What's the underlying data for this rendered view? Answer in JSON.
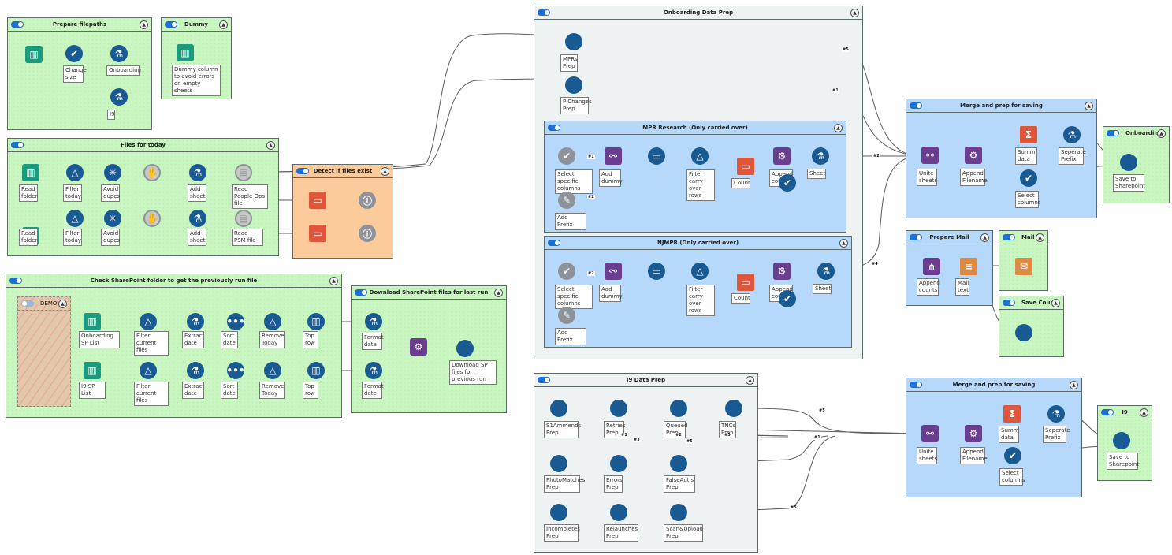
{
  "app": "Alteryx Designer Workflow Canvas",
  "containers": [
    {
      "id": "prepare-filepaths",
      "title": "Prepare filepaths",
      "enabled": true
    },
    {
      "id": "dummy",
      "title": "Dummy",
      "enabled": true
    },
    {
      "id": "files-for-today",
      "title": "Files for today",
      "enabled": true
    },
    {
      "id": "detect-files",
      "title": "Detect if files exist",
      "enabled": true
    },
    {
      "id": "check-sharepoint",
      "title": "Check SharePoint folder to get the previously run file",
      "enabled": true
    },
    {
      "id": "demo",
      "title": "DEMO",
      "enabled": false
    },
    {
      "id": "download-sharepoint",
      "title": "Download SharePoint files for last run",
      "enabled": true
    },
    {
      "id": "onboarding-data-prep",
      "title": "Onboarding Data Prep",
      "enabled": true
    },
    {
      "id": "mpr-research",
      "title": "MPR Research (Only carried over)",
      "enabled": true
    },
    {
      "id": "njmpr",
      "title": "NJMPR (Only carried over)",
      "enabled": true
    },
    {
      "id": "merge-onboarding",
      "title": "Merge and prep for saving",
      "enabled": true
    },
    {
      "id": "onboarding-out",
      "title": "Onboarding",
      "enabled": true
    },
    {
      "id": "prepare-mail",
      "title": "Prepare Mail",
      "enabled": true
    },
    {
      "id": "mail",
      "title": "Mail",
      "enabled": true
    },
    {
      "id": "save-count",
      "title": "Save Count",
      "enabled": true
    },
    {
      "id": "i9-data-prep",
      "title": "I9 Data Prep",
      "enabled": true
    },
    {
      "id": "merge-i9",
      "title": "Merge and prep for saving",
      "enabled": true
    },
    {
      "id": "i9-out",
      "title": "I9",
      "enabled": true
    }
  ],
  "labels": {
    "change_size": "Change size",
    "onboarding": "Onboarding",
    "i9": "I9",
    "dummy_note": "Dummy column to avoid errors on empty sheets",
    "read_folder": "Read folder",
    "filter_today": "Filter today",
    "avoid_dupes": "Avoid dupes",
    "add_sheet": "Add sheet",
    "read_people_ops": "Read People Ops file",
    "read_psm": "Read PSM file",
    "onboarding_sp_list": "Onboarding SP List",
    "i9_sp_list": "I9 SP List",
    "filter_current_files": "Filter current files",
    "extract_date": "Extract date",
    "sort_date": "Sort date",
    "remove_today": "Remove Today",
    "top_row": "Top row",
    "format_date": "Format date",
    "download_sp": "Download SP files for previous run",
    "mprs_prep": "MPRs Prep",
    "pichanges_prep": "PIChanges Prep",
    "select_specific_columns": "Select specific columns",
    "add_dummy": "Add dummy",
    "add_prefix": "Add Prefix",
    "filter_carry_over": "Filter carry over rows",
    "count": "Count",
    "append_counts": "Append counts",
    "sheet": "Sheet",
    "unite_sheets": "Unite sheets",
    "append_filename": "Append Filename",
    "summ_data": "Summ data",
    "separate_prefix": "Seperate Prefix",
    "select_columns": "Select columns",
    "save_to_sharepoint": "Save to Sharepoint",
    "mail_text": "Mail text",
    "s1ammends_prep": "S1Ammends Prep",
    "retries_prep": "Retries Prep",
    "queued_prep": "Queued Prep",
    "tncs_prep": "TNCs Prep",
    "photomatches_prep": "PhotoMatches Prep",
    "errors_prep": "Errors Prep",
    "falseautis_prep": "FalseAutis Prep",
    "incompletes_prep": "Incompletes Prep",
    "relaunches_prep": "Relaunches Prep",
    "scanupload_prep": "Scan&Upload Prep"
  },
  "connection_labels": {
    "c5": "#5",
    "c1": "#1",
    "c2": "#2",
    "c4": "#4",
    "c3": "#3"
  },
  "colors": {
    "container_green": "#c8f5c0",
    "container_blue": "#b5d8fb",
    "container_grey": "#eef2f3",
    "container_orange": "#fbcb9b",
    "macro_blue": "#195a92",
    "input_teal": "#1a9b7d",
    "join_purple": "#6a3d91",
    "anchor_green": "#c6e34c"
  }
}
